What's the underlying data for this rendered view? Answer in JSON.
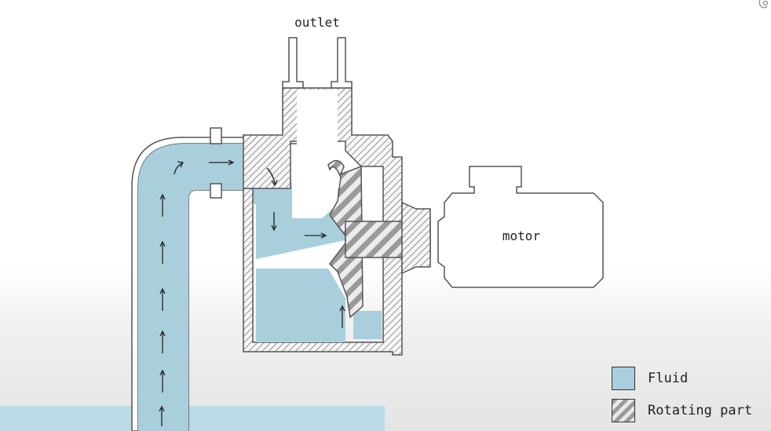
{
  "labels": {
    "outlet": "outlet",
    "motor": "motor"
  },
  "legend": [
    {
      "label": "Fluid",
      "type": "fluid"
    },
    {
      "label": "Rotating part",
      "type": "rotating"
    }
  ],
  "colors": {
    "fluid": "#a9cfdc",
    "outline": "#555555",
    "hatch": "#9a9a9a",
    "tank_water": "#bcdbe6"
  }
}
